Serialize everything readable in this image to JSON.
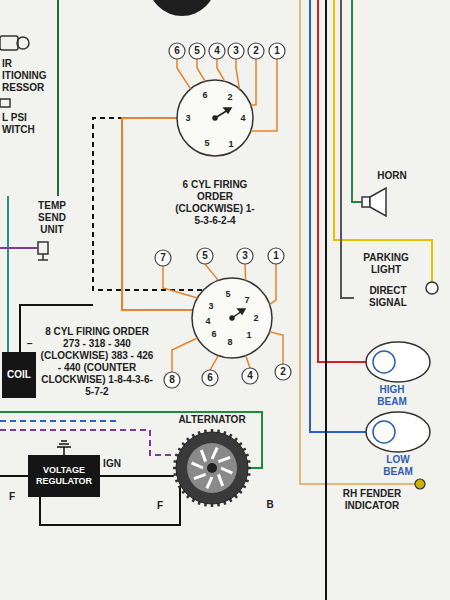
{
  "diagram": {
    "nodes": [
      {
        "text": [
          "COIL"
        ]
      },
      {
        "text": [
          "VOLTAGE REGULATOR"
        ]
      },
      {
        "text": [
          "ALTERNATOR"
        ]
      }
    ],
    "edges": [
      {
        "from": 1,
        "to": 2,
        "arrow": "none"
      }
    ],
    "labels": [
      "IR ITIONING RESSOR",
      "L PSI WITCH",
      "TEMP SEND UNIT",
      "6",
      "5",
      "4",
      "3",
      "2",
      "1",
      "6",
      "2",
      "3",
      "4",
      "5",
      "1",
      "6 CYL FIRING ORDER (CLOCKWISE) 1-5-3-6-2-4",
      "7",
      "5",
      "3",
      "1",
      "5",
      "7",
      "3",
      "2",
      "4",
      "1",
      "8",
      "6",
      "8 CYL FIRING ORDER 273 - 318 - 340 (CLOCKWISE) 383 - 426 - 440 (COUNTER CLOCKWISE) 1-8-4-3-6-5-7-2",
      "−",
      "F",
      "IGN",
      "F",
      "B",
      "HORN",
      "PARKING LIGHT",
      "DIRECT SIGNAL",
      "HIGH BEAM",
      "LOW BEAM",
      "RH FENDER INDICATOR",
      "8",
      "6",
      "4",
      "2"
    ]
  }
}
